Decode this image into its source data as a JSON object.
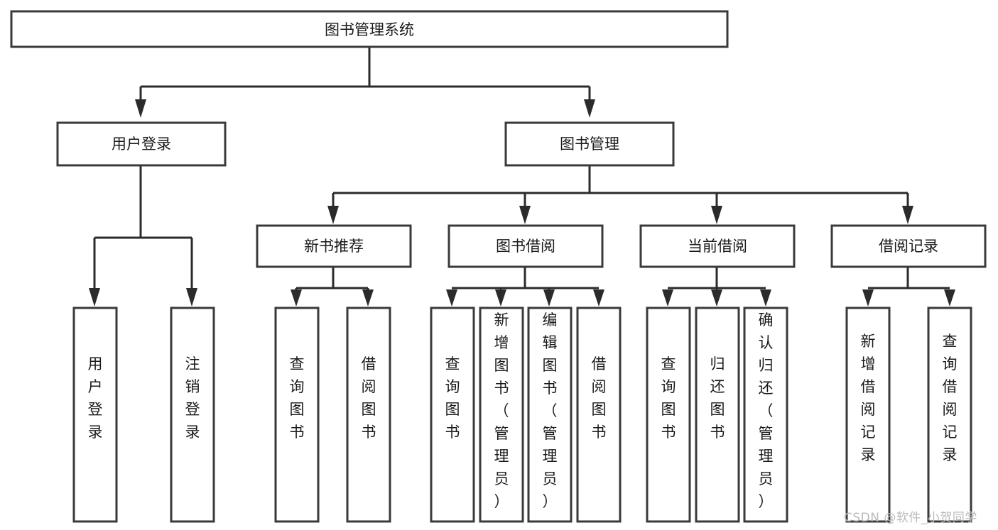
{
  "diagram": {
    "title": "图书管理系统",
    "type": "hierarchy-tree",
    "watermark": "CSDN @软件_小贺同学",
    "colors": {
      "background": "#ffffff",
      "box_stroke": "#3a3a3a",
      "connector": "#2b2b2b",
      "text": "#1a1a1a",
      "watermark": "#b9b9b9"
    },
    "root": {
      "label": "图书管理系统",
      "children": [
        {
          "label": "用户登录",
          "children": [
            {
              "label": "用户登录"
            },
            {
              "label": "注销登录"
            }
          ]
        },
        {
          "label": "图书管理",
          "children": [
            {
              "label": "新书推荐",
              "children": [
                {
                  "label": "查询图书"
                },
                {
                  "label": "借阅图书"
                }
              ]
            },
            {
              "label": "图书借阅",
              "children": [
                {
                  "label": "查询图书"
                },
                {
                  "label": "新增图书（管理员）"
                },
                {
                  "label": "编辑图书（管理员）"
                },
                {
                  "label": "借阅图书"
                }
              ]
            },
            {
              "label": "当前借阅",
              "children": [
                {
                  "label": "查询图书"
                },
                {
                  "label": "归还图书"
                },
                {
                  "label": "确认归还（管理员）"
                }
              ]
            },
            {
              "label": "借阅记录",
              "children": [
                {
                  "label": "新增借阅记录"
                },
                {
                  "label": "查询借阅记录"
                }
              ]
            }
          ]
        }
      ]
    },
    "nodes": {
      "root": "图书管理系统",
      "l1_user_login": "用户登录",
      "l1_book_manage": "图书管理",
      "l2_new_book": "新书推荐",
      "l2_book_borrow": "图书借阅",
      "l2_current_borrow": "当前借阅",
      "l2_borrow_record": "借阅记录",
      "leaf_user_login": "用户登录",
      "leaf_logout": "注销登录",
      "leaf_nb_query": "查询图书",
      "leaf_nb_borrow": "借阅图书",
      "leaf_bb_query": "查询图书",
      "leaf_bb_add": "新增图书（管理员）",
      "leaf_bb_edit": "编辑图书（管理员）",
      "leaf_bb_borrow": "借阅图书",
      "leaf_cb_query": "查询图书",
      "leaf_cb_return": "归还图书",
      "leaf_cb_confirm": "确认归还（管理员）",
      "leaf_br_add": "新增借阅记录",
      "leaf_br_query": "查询借阅记录"
    }
  }
}
